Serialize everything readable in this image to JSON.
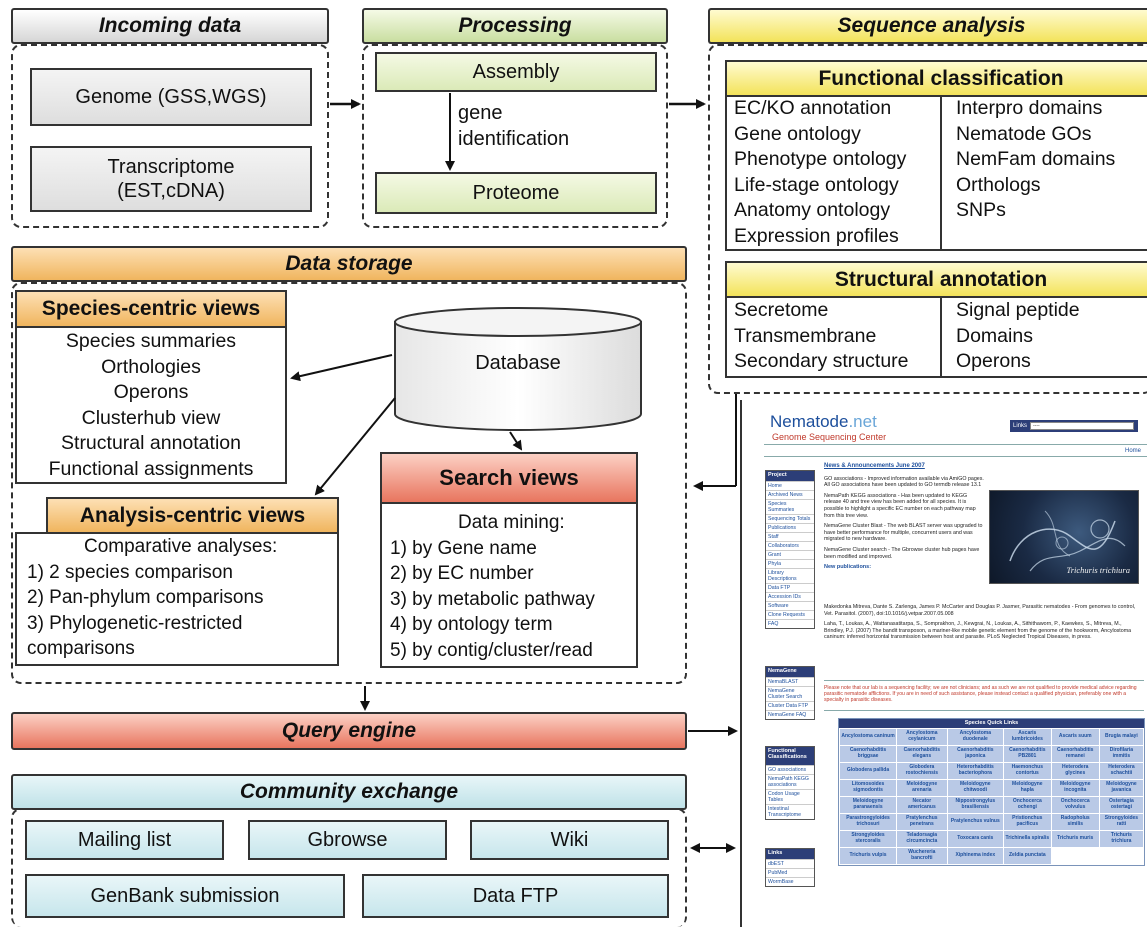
{
  "incoming": {
    "title": "Incoming data",
    "genome": "Genome (GSS,WGS)",
    "transcriptome_l1": "Transcriptome",
    "transcriptome_l2": "(EST,cDNA)"
  },
  "processing": {
    "title": "Processing",
    "assembly": "Assembly",
    "gene_l1": "gene",
    "gene_l2": "identification",
    "proteome": "Proteome"
  },
  "sequence": {
    "title": "Sequence analysis",
    "functional": {
      "title": "Functional classification",
      "left": [
        "EC/KO annotation",
        "Gene ontology",
        "Phenotype ontology",
        "Life-stage ontology",
        "Anatomy ontology",
        "Expression profiles"
      ],
      "right": [
        "Interpro domains",
        "Nematode GOs",
        "NemFam domains",
        "Orthologs",
        "SNPs"
      ]
    },
    "structural": {
      "title": "Structural annotation",
      "left": [
        "Secretome",
        "Transmembrane",
        "Secondary structure"
      ],
      "right": [
        "Signal peptide",
        "Domains",
        "Operons"
      ]
    }
  },
  "storage": {
    "title": "Data storage",
    "database": "Database",
    "species": {
      "title": "Species-centric views",
      "items": [
        "Species summaries",
        "Orthologies",
        "Operons",
        "Clusterhub view",
        "Structural annotation",
        "Functional assignments"
      ]
    },
    "analysis": {
      "title": "Analysis-centric views",
      "items": [
        "Comparative analyses:",
        "1) 2 species comparison",
        "2) Pan-phylum comparisons",
        "3) Phylogenetic-restricted",
        "comparisons"
      ]
    },
    "search": {
      "title": "Search views",
      "items": [
        "Data mining:",
        "1) by Gene name",
        "2) by EC number",
        "3) by metabolic pathway",
        "4) by ontology term",
        "5) by contig/cluster/read"
      ]
    }
  },
  "query": {
    "title": "Query engine"
  },
  "community": {
    "title": "Community exchange",
    "mailing": "Mailing list",
    "gbrowse": "Gbrowse",
    "wiki": "Wiki",
    "genbank": "GenBank submission",
    "ftp": "Data FTP"
  },
  "website": {
    "logo_main": "Nematode",
    "logo_tld": ".net",
    "logo_sub": "Genome Sequencing Center",
    "links_label": "Links",
    "links_value": "----",
    "home": "Home",
    "nav_project": {
      "header": "Project",
      "items": [
        "Home",
        "Archived News",
        "Species Summaries",
        "Sequencing Totals",
        "Publications",
        "Staff",
        "Collaborators",
        "Grant",
        "Phyla",
        "Library Descriptions",
        "Data FTP",
        "Accession IDs",
        "Software",
        "Clone Requests",
        "FAQ"
      ]
    },
    "nav_nemagene": {
      "header": "NemaGene",
      "items": [
        "NemaBLAST",
        "NemaGene Cluster Search",
        "Cluster Data FTP",
        "NemaGene FAQ"
      ]
    },
    "nav_functional": {
      "header": "Functional Classifications",
      "items": [
        "GO associations",
        "NemaPath KEGG associations",
        "Codon Usage Tables",
        "Intestinal Transcriptome"
      ]
    },
    "nav_links": {
      "header": "Links",
      "items": [
        "dbEST",
        "PubMed",
        "WormBase"
      ]
    },
    "news_heading": "News & Announcements June 2007",
    "news": [
      "GO associations - Improved information available via AmiGO pages. All GO associations have been updated to GO termdb release 13.1",
      "NemaPath KEGG associations - Has been updated to KEGG release 40 and tree view has been added for all species. It is possible to highlight a specific EC number on each pathway map from this tree view.",
      "NemaGene Cluster Blast - The web BLAST server was upgraded to have better performance for multiple, concurrent users and was migrated to new hardware.",
      "NemaGene Cluster search - The Gbrowse cluster hub pages have been modified and improved."
    ],
    "pubs_heading": "New publications:",
    "pubs": [
      "Makedonka Mitreva, Dante S. Zarlenga, James P. McCarter and Douglas P. Jasmer, Parasitic nematodes - From genomes to control, Vet. Parasitol. (2007), doi:10.1016/j.vetpar.2007.05.008",
      "Laha, T., Loukas, A., Wattanasatitarpa, S., Somprakhon, J., Kewgrai, N., Loukas, A., Sithithaworn, P., Kaewkes, S., Mitreva, M., Brindley, P.J. (2007) The bandit transposon, a mariner-like mobile genetic element from the genome of the hookworm, Ancylostoma caninum: inferred horizontal transmission between host and parasite. PLoS Neglected Tropical Diseases, in press."
    ],
    "image_caption": "Trichuris trichiura",
    "notice": "Please note that our lab is a sequencing facility; we are not clinicians; and as such we are not qualified to provide medical advice regarding parasitic nematode afflictions. If you are in need of such assistance, please instead contact a qualified physician, preferably one with a specialty in parasitic diseases.",
    "quicklinks_title": "Species Quick Links",
    "quicklinks": [
      [
        "Ancylostoma caninum",
        "Ancylostoma ceylanicum",
        "Ancylostoma duodenale",
        "Ascaris lumbricoides",
        "Ascaris suum",
        "Brugia malayi"
      ],
      [
        "Caenorhabditis briggsae",
        "Caenorhabditis elegans",
        "Caenorhabditis japonica",
        "Caenorhabditis PB2801",
        "Caenorhabditis remanei",
        "Dirofilaria immitis"
      ],
      [
        "Globodera pallida",
        "Globodera rostochiensis",
        "Heterorhabditis bacteriophora",
        "Haemonchus contortus",
        "Heterodera glycines",
        "Heterodera schachtii"
      ],
      [
        "Litomosoides sigmodontis",
        "Meloidogyne arenaria",
        "Meloidogyne chitwoodi",
        "Meloidogyne hapla",
        "Meloidogyne incognita",
        "Meloidogyne javanica"
      ],
      [
        "Meloidogyne paranaensis",
        "Necator americanus",
        "Nippostrongylus brasiliensis",
        "Onchocerca ochengi",
        "Onchocerca volvulus",
        "Ostertagia ostertagi"
      ],
      [
        "Parastrongyloides trichosuri",
        "Pratylenchus penetrans",
        "Pratylenchus vulnus",
        "Pristionchus pacificus",
        "Radopholus similis",
        "Strongyloides ratti"
      ],
      [
        "Strongyloides stercoralis",
        "Teladorsagia circumcincta",
        "Toxocara canis",
        "Trichinella spiralis",
        "Trichuris muris",
        "Trichuris trichiura"
      ],
      [
        "Trichuris vulpis",
        "Wuchereria bancrofti",
        "Xiphinema index",
        "Zeldia punctata",
        "",
        ""
      ]
    ]
  }
}
